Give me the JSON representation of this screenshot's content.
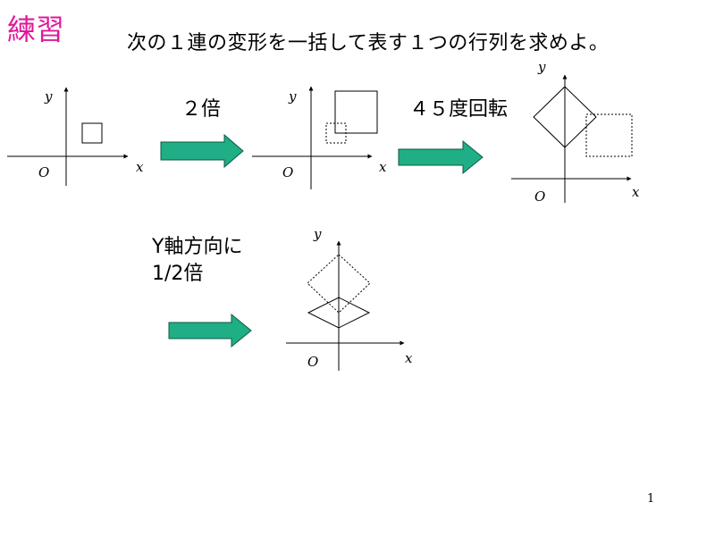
{
  "title": "練習",
  "instruction": "次の１連の変形を一括して表す１つの行列を求めよ。",
  "steps": [
    {
      "label": "２倍"
    },
    {
      "label": "４５度回転"
    },
    {
      "label_line1": "Y軸方向に",
      "label_line2": "1/2倍"
    }
  ],
  "axis_labels": {
    "x": "x",
    "y": "y",
    "origin": "O"
  },
  "colors": {
    "title": "#e0189a",
    "arrow_fill": "#1fae86",
    "arrow_stroke": "#0f5a45"
  },
  "page_number": "1"
}
